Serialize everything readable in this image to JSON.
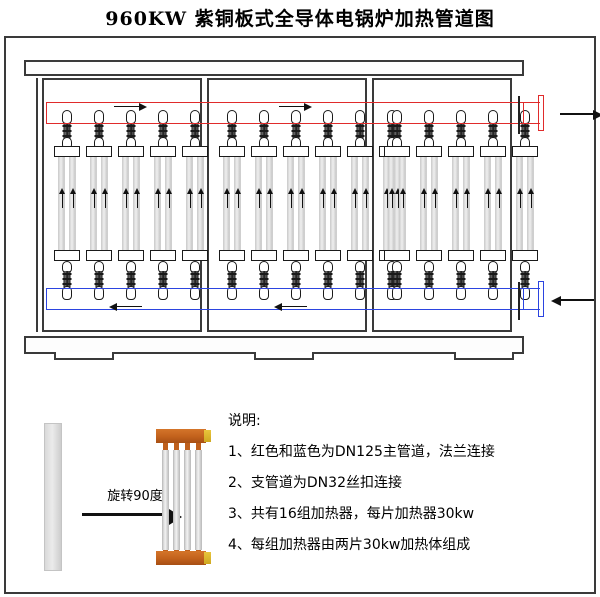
{
  "title": "960KW 紫铜板式全导体电锅炉加热管道图",
  "diagram": {
    "cabinet": {
      "sections": [
        {
          "name": "section-left",
          "heater_count": 5
        },
        {
          "name": "section-middle",
          "heater_count": 6
        },
        {
          "name": "section-right",
          "heater_count": 5
        }
      ],
      "total_heater_groups": 16
    },
    "pipes": {
      "supply": {
        "label": "supply-header",
        "color": "#e02b2b",
        "flow": "right",
        "spec": "DN125"
      },
      "return": {
        "label": "return-header",
        "color": "#2b44e0",
        "flow": "left",
        "spec": "DN125"
      },
      "branch": {
        "label": "branch-pipe",
        "spec": "DN32"
      }
    }
  },
  "rotation": {
    "label": "旋转90度",
    "plate_color": "#d9d9d9",
    "manifold_color": "#c2611c",
    "cap_color": "#d8b027",
    "tube_count": 4
  },
  "legend": {
    "title": "说明:",
    "items": [
      "1、红色和蓝色为DN125主管道，法兰连接",
      "2、支管道为DN32丝扣连接",
      "3、共有16组加热器，每片加热器30kw",
      "4、每组加热器由两片30kw加热体组成"
    ]
  }
}
